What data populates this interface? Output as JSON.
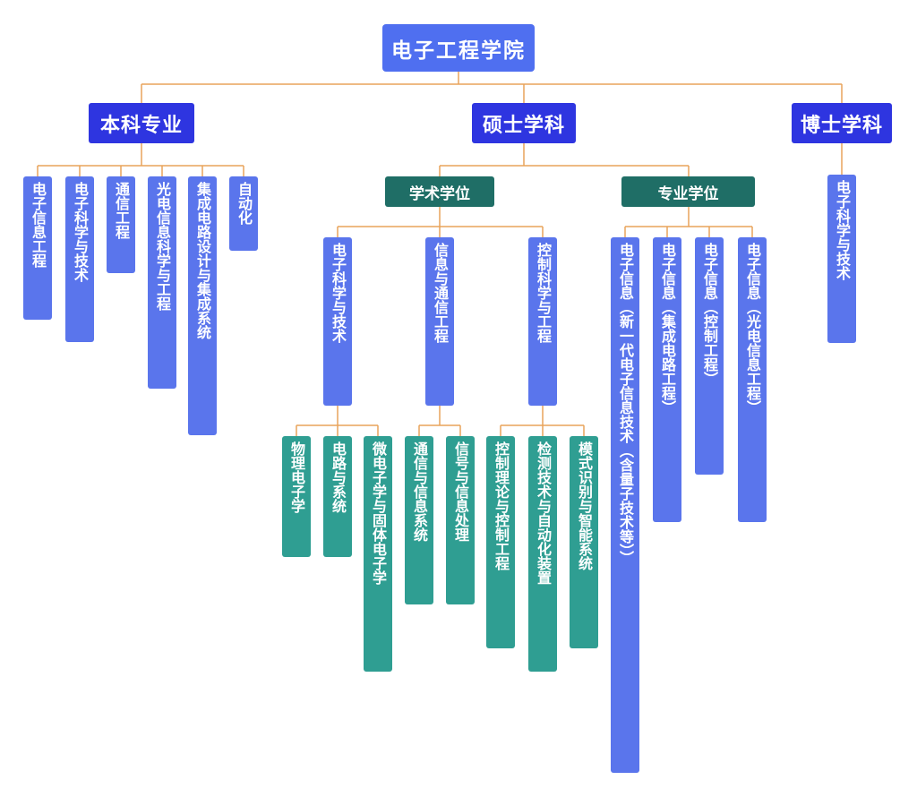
{
  "root": {
    "label": "电子工程学院"
  },
  "undergrad": {
    "label": "本科专业",
    "majors": [
      "电子信息工程",
      "电子科学与技术",
      "通信工程",
      "光电信息科学与工程",
      "集成电路设计与集成系统",
      "自动化"
    ]
  },
  "master": {
    "label": "硕士学科",
    "academic": {
      "label": "学术学位",
      "disciplines": [
        {
          "label": "电子科学与技术",
          "subs": [
            "物理电子学",
            "电路与系统",
            "微电子学与固体电子学"
          ]
        },
        {
          "label": "信息与通信工程",
          "subs": [
            "通信与信息系统",
            "信号与信息处理"
          ]
        },
        {
          "label": "控制科学与工程",
          "subs": [
            "控制理论与控制工程",
            "检测技术与自动化装置",
            "模式识别与智能系统"
          ]
        }
      ]
    },
    "professional": {
      "label": "专业学位",
      "disciplines": [
        "电子信息（新一代电子信息技术（含量子技术等））",
        "电子信息（集成电路工程）",
        "电子信息（控制工程）",
        "电子信息（光电信息工程）"
      ]
    }
  },
  "doctor": {
    "label": "博士学科",
    "disciplines": [
      "电子科学与技术"
    ]
  },
  "colors": {
    "root": "#4f6ff0",
    "level1": "#2e35e0",
    "degree_type": "#1f6e66",
    "major_box": "#5a75ec",
    "sub_box": "#2f9e92",
    "connector": "#e8a35a"
  }
}
